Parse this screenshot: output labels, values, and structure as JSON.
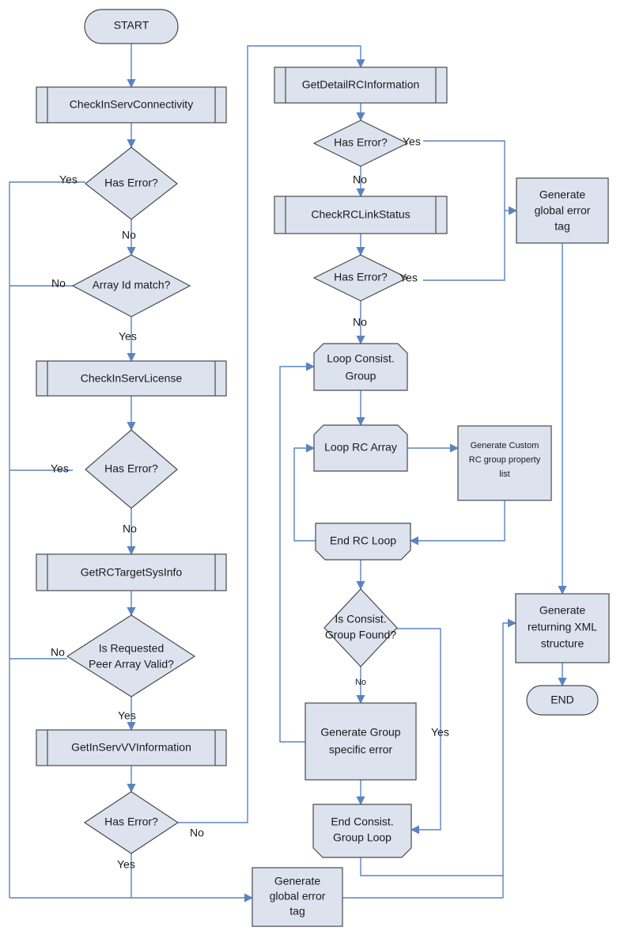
{
  "colors": {
    "fill": "#dce3ef",
    "stroke": "#4a4a4a",
    "connector": "#5b83c0"
  },
  "nodes": {
    "start": "START",
    "check_connectivity": "CheckInServConnectivity",
    "has_error_1": "Has Error?",
    "array_id_match": "Array Id match?",
    "check_license": "CheckInServLicense",
    "has_error_2": "Has Error?",
    "get_target_sys_info": "GetRCTargetSysInfo",
    "peer_array_valid": [
      "Is Requested",
      "Peer Array Valid?"
    ],
    "get_vv_info": "GetInServVVInformation",
    "has_error_3": "Has Error?",
    "gen_error_bottom": [
      "Generate",
      "global error",
      "tag"
    ],
    "get_detail_rc": "GetDetailRCInformation",
    "has_error_4": "Has Error?",
    "check_link_status": "CheckRCLinkStatus",
    "has_error_5": "Has Error?",
    "loop_consist": [
      "Loop Consist.",
      "Group"
    ],
    "loop_rc_array": "Loop RC Array",
    "gen_custom": [
      "Generate Custom",
      "RC group property",
      "list"
    ],
    "end_rc_loop": "End RC Loop",
    "consist_found": [
      "Is Consist.",
      "Group Found?"
    ],
    "gen_group_error": [
      "Generate Group",
      "specific error"
    ],
    "end_consist_loop": [
      "End Consist.",
      "Group Loop"
    ],
    "gen_error_right": [
      "Generate",
      "global error",
      "tag"
    ],
    "gen_xml": [
      "Generate",
      "returning XML",
      "structure"
    ],
    "end": "END"
  },
  "labels": {
    "yes": "Yes",
    "no": "No"
  }
}
